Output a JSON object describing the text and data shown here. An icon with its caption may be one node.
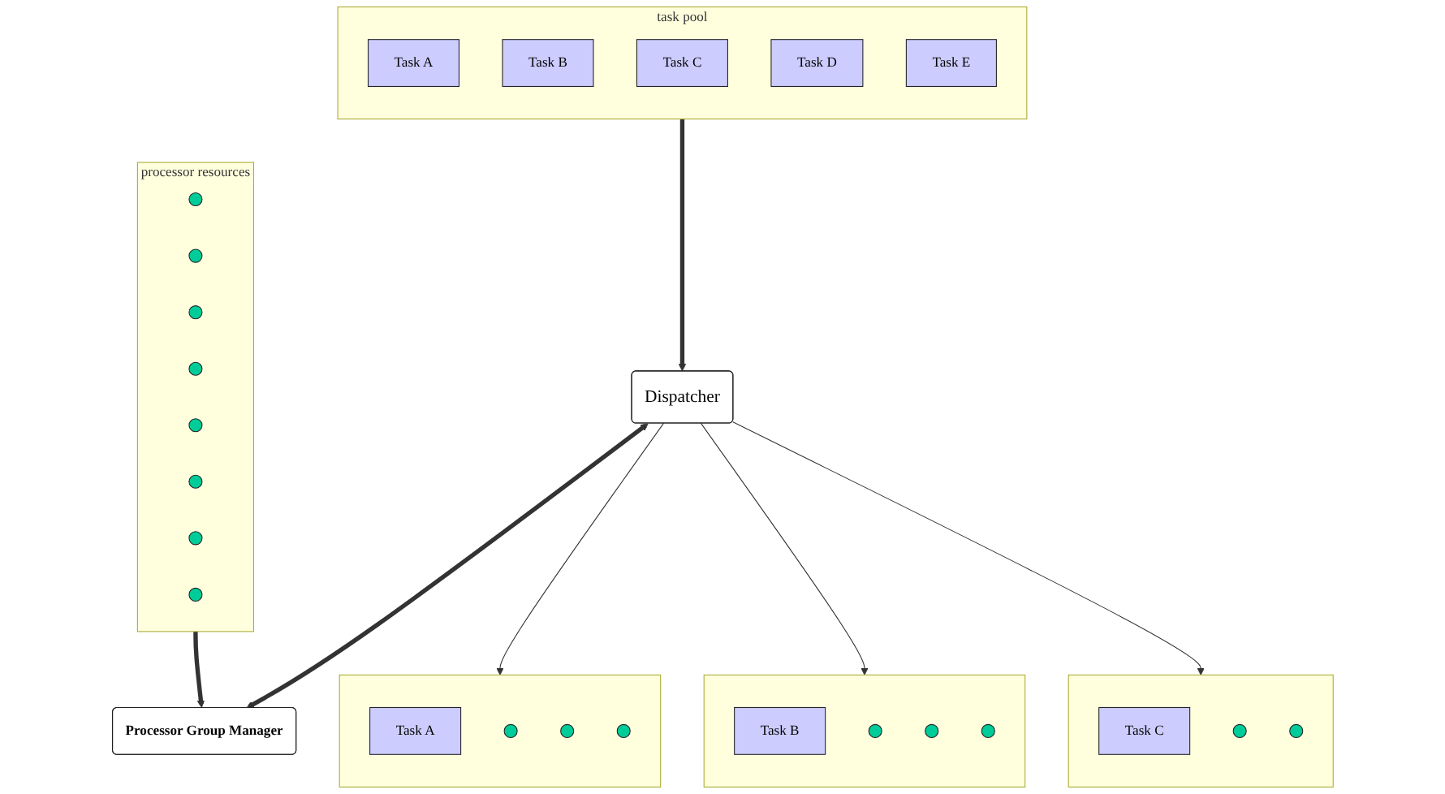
{
  "diagram": {
    "nodes": [
      {
        "text": [
          "task pool"
        ]
      },
      {
        "text": [
          "Task A"
        ],
        "in": 0
      },
      {
        "text": [
          "Task B"
        ],
        "in": 0
      },
      {
        "text": [
          "Task C"
        ],
        "in": 0
      },
      {
        "text": [
          "Task D"
        ],
        "in": 0
      },
      {
        "text": [
          "Task E"
        ],
        "in": 0
      },
      {
        "text": [
          "Dispatcher"
        ]
      },
      {
        "text": [
          "Processor Group Manager"
        ]
      },
      {
        "text": [
          "processor resources"
        ]
      },
      {
        "text": [],
        "shape": "circle",
        "in": 8
      },
      {
        "text": [],
        "shape": "circle",
        "in": 8
      },
      {
        "text": [],
        "shape": "circle",
        "in": 8
      },
      {
        "text": [],
        "shape": "circle",
        "in": 8
      },
      {
        "text": [],
        "shape": "circle",
        "in": 8
      },
      {
        "text": [],
        "shape": "circle",
        "in": 8
      },
      {
        "text": [],
        "shape": "circle",
        "in": 8
      },
      {
        "text": [],
        "shape": "circle",
        "in": 8
      },
      {
        "text": [],
        "shape": "box"
      },
      {
        "text": [
          "Task A"
        ],
        "in": 17
      },
      {
        "text": [],
        "shape": "circle",
        "in": 17
      },
      {
        "text": [],
        "shape": "circle",
        "in": 17
      },
      {
        "text": [],
        "shape": "circle",
        "in": 17
      },
      {
        "text": [],
        "shape": "box"
      },
      {
        "text": [
          "Task B"
        ],
        "in": 22
      },
      {
        "text": [],
        "shape": "circle",
        "in": 22
      },
      {
        "text": [],
        "shape": "circle",
        "in": 22
      },
      {
        "text": [],
        "shape": "circle",
        "in": 22
      },
      {
        "text": [],
        "shape": "box"
      },
      {
        "text": [
          "Task C"
        ],
        "in": 27
      },
      {
        "text": [],
        "shape": "circle",
        "in": 27
      },
      {
        "text": [],
        "shape": "circle",
        "in": 27
      }
    ],
    "edges": [
      {
        "from": 0,
        "to": 6,
        "arrow": "to",
        "style": "thick"
      },
      {
        "from": 6,
        "to": 7,
        "arrow": "both",
        "style": "thick"
      },
      {
        "from": 8,
        "to": 7,
        "arrow": "to",
        "style": "thick"
      },
      {
        "from": 6,
        "to": 17,
        "arrow": "to"
      },
      {
        "from": 6,
        "to": 22,
        "arrow": "to"
      },
      {
        "from": 6,
        "to": 27,
        "arrow": "to"
      }
    ]
  }
}
